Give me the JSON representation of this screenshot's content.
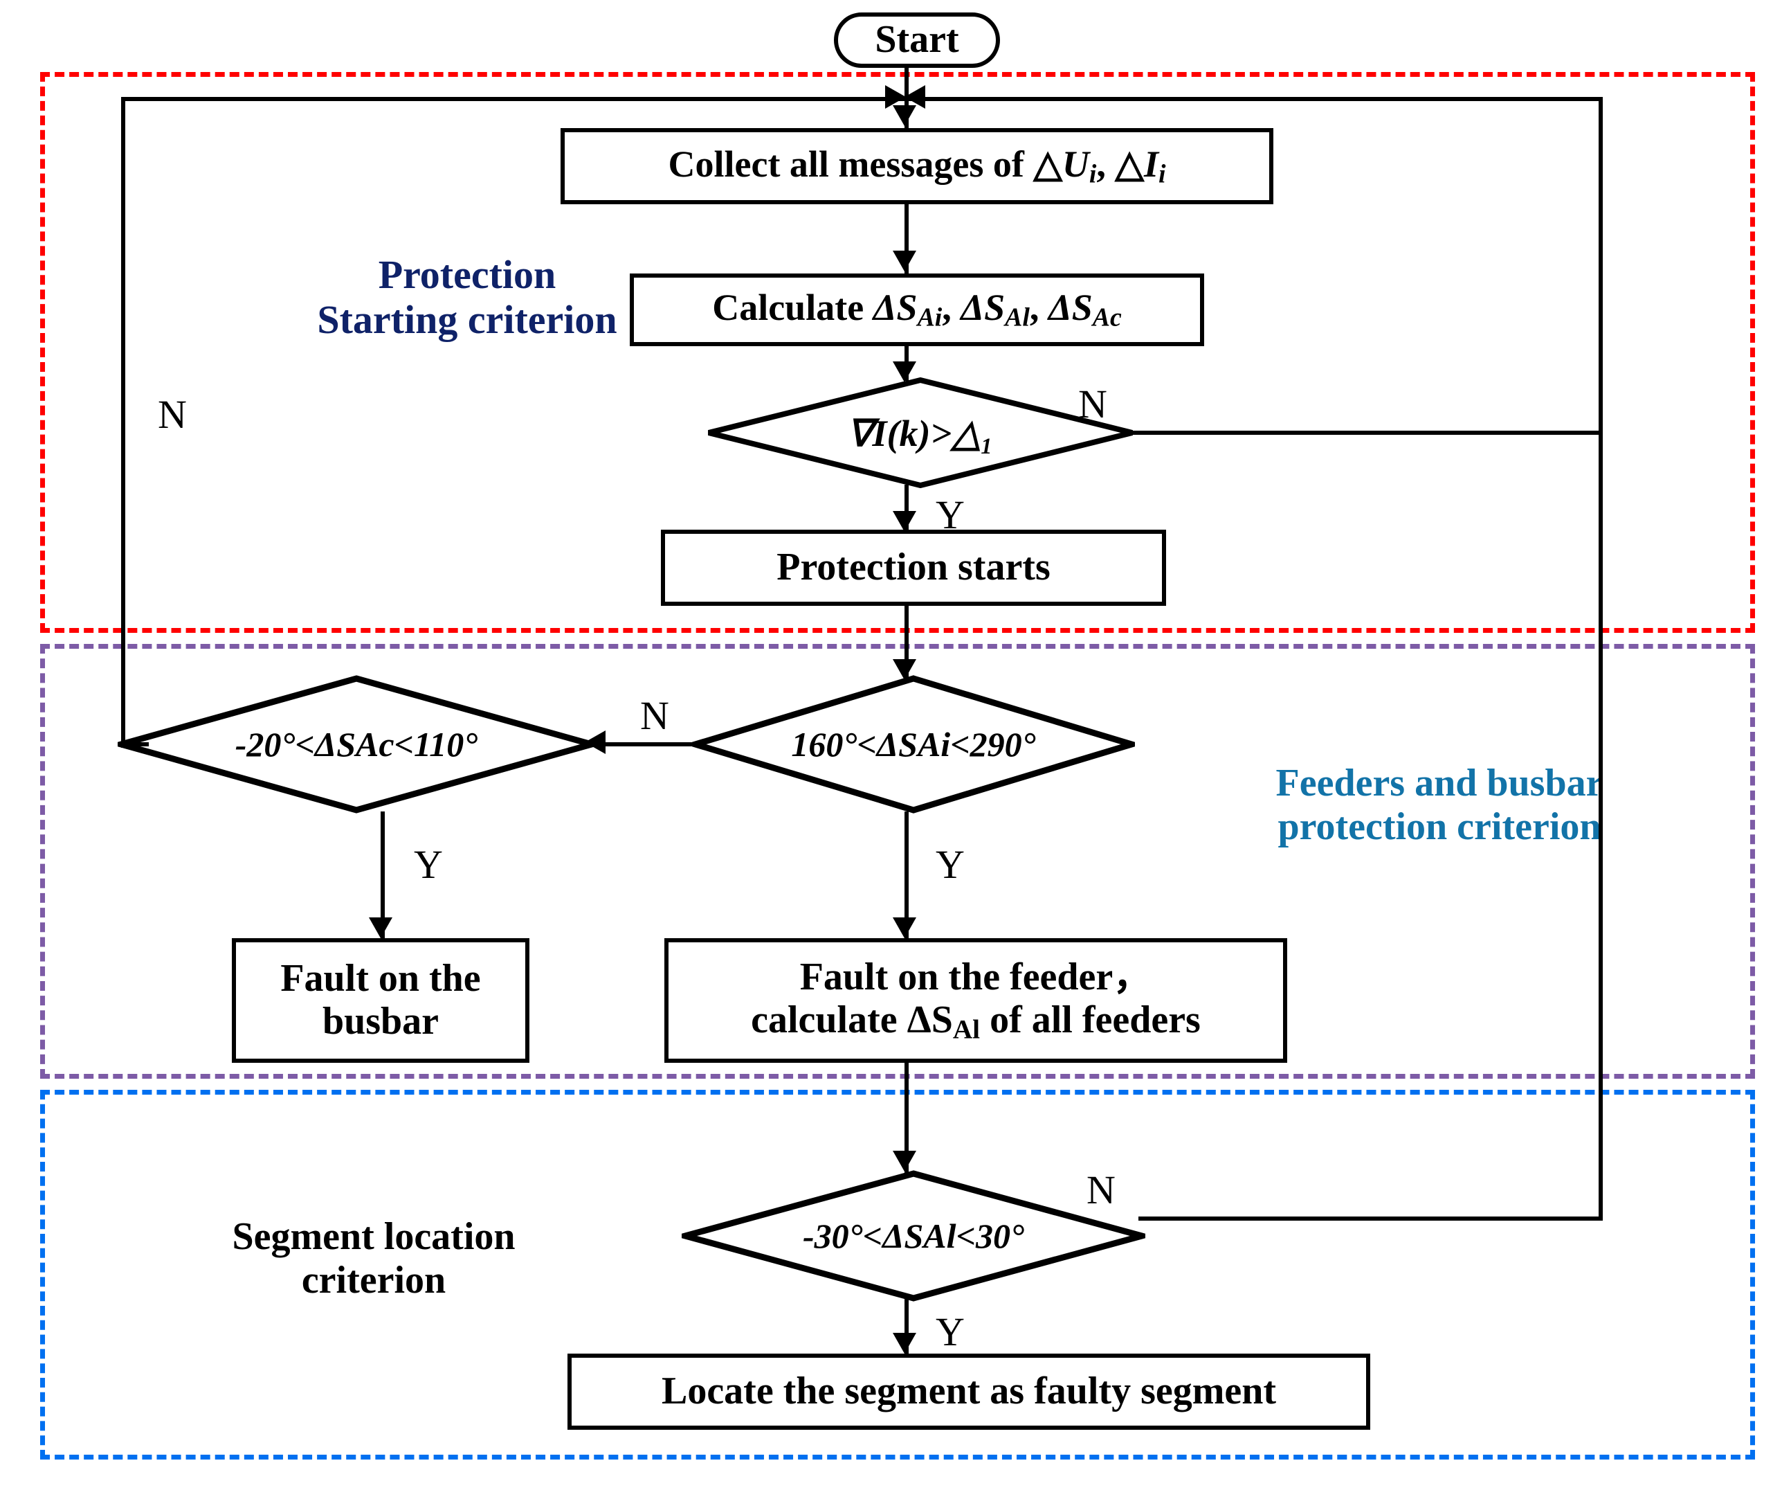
{
  "diagram": {
    "title": "Protection and fault location flowchart",
    "colors": {
      "starting_region": "#FF0000",
      "protection_region": "#7D5BA6",
      "segment_region": "#0070F0",
      "starting_caption": "#0F2268",
      "protection_caption": "#1273A8",
      "segment_caption": "#000000",
      "node_stroke": "#000000",
      "node_fill": "#FFFFFF"
    },
    "regions": [
      {
        "id": "starting",
        "caption_line1": "Protection",
        "caption_line2": "Starting criterion"
      },
      {
        "id": "protection",
        "caption_line1": "Feeders and busbar",
        "caption_line2": "protection criterion"
      },
      {
        "id": "segment",
        "caption_line1": "Segment location",
        "caption_line2": "criterion"
      }
    ],
    "nodes": {
      "start": {
        "type": "terminator",
        "text": "Start"
      },
      "collect": {
        "type": "process",
        "text_pre": "Collect all messages of  △",
        "text_u": "U",
        "sub_u": "i",
        "comma": ",  △",
        "text_i": "I",
        "sub_i": "i"
      },
      "calculate": {
        "type": "process",
        "label": "Calculate ΔSAi , ΔSAl, ΔSAc"
      },
      "d_trigger": {
        "type": "decision",
        "label": "∇I(k)>△₁"
      },
      "protection_starts": {
        "type": "process",
        "text": "Protection starts"
      },
      "d_feeder": {
        "type": "decision",
        "label": "160°<ΔSAi<290°"
      },
      "d_busbar": {
        "type": "decision",
        "label": "-20°<ΔSAc<110°"
      },
      "fault_busbar": {
        "type": "process",
        "line1": "Fault on the",
        "line2": "busbar"
      },
      "fault_feeder": {
        "type": "process",
        "line1": "Fault on the feeder，",
        "line2_pre": "calculate ΔS",
        "line2_sub": "Al",
        "line2_post": " of all feeders"
      },
      "d_segment": {
        "type": "decision",
        "label": "-30°<ΔSAl<30°"
      },
      "locate_segment": {
        "type": "process",
        "text": "Locate the segment as faulty segment"
      }
    },
    "branch_labels": {
      "trigger_no": "N",
      "trigger_yes": "Y",
      "loopback_no": "N",
      "feeder_no": "N",
      "feeder_yes": "Y",
      "busbar_yes": "Y",
      "segment_no": "N",
      "segment_yes": "Y"
    },
    "formulas": {
      "delta_u": "△U",
      "delta_i": "△I",
      "delta_s_ai": "ΔS",
      "subscript_ai": "Ai",
      "subscript_al": "Al",
      "subscript_ac": "Ac"
    }
  }
}
